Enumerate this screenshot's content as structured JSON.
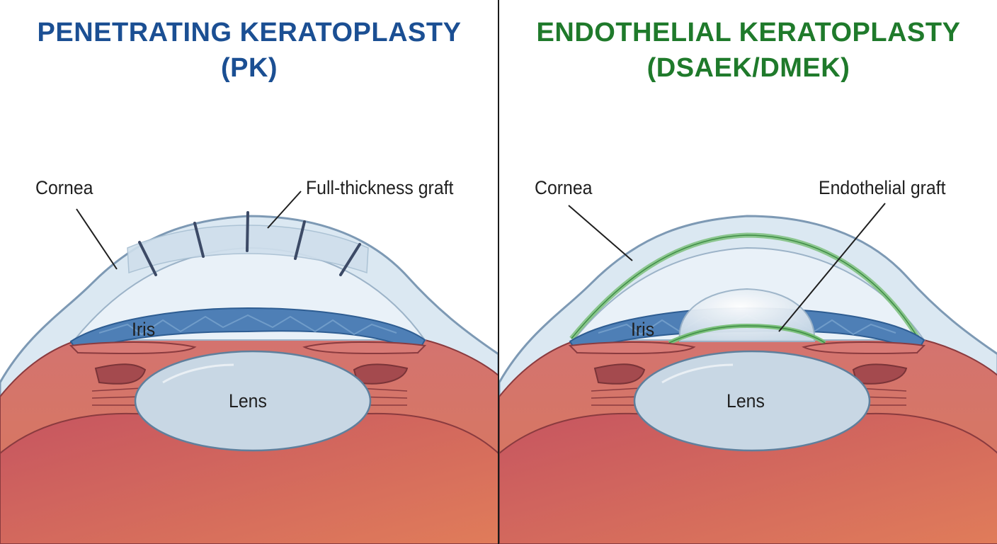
{
  "colors": {
    "pk_title": "#1b4f93",
    "ek_title": "#1f7a2b",
    "cornea_fill": "#dbe8f2",
    "cornea_stroke": "#7d99b4",
    "iris": "#4e7fb6",
    "tissue": "#c9565a",
    "lens": "#c8d7e4",
    "suture": "#3c4a66",
    "graft_green": "#7cc07c",
    "divider": "#1a1a1a"
  },
  "left_panel": {
    "title_line1": "PENETRATING KERATOPLASTY",
    "title_line2": "(PK)",
    "labels": {
      "cornea": "Cornea",
      "graft": "Full-thickness graft",
      "iris": "Iris",
      "lens": "Lens"
    },
    "icons": [
      "suture-icon"
    ]
  },
  "right_panel": {
    "title_line1": "ENDOTHELIAL KERATOPLASTY",
    "title_line2": "(DSAEK/DMEK)",
    "labels": {
      "cornea": "Cornea",
      "graft": "Endothelial graft",
      "iris": "Iris",
      "lens": "Lens"
    },
    "icons": [
      "air-bubble-icon"
    ]
  }
}
